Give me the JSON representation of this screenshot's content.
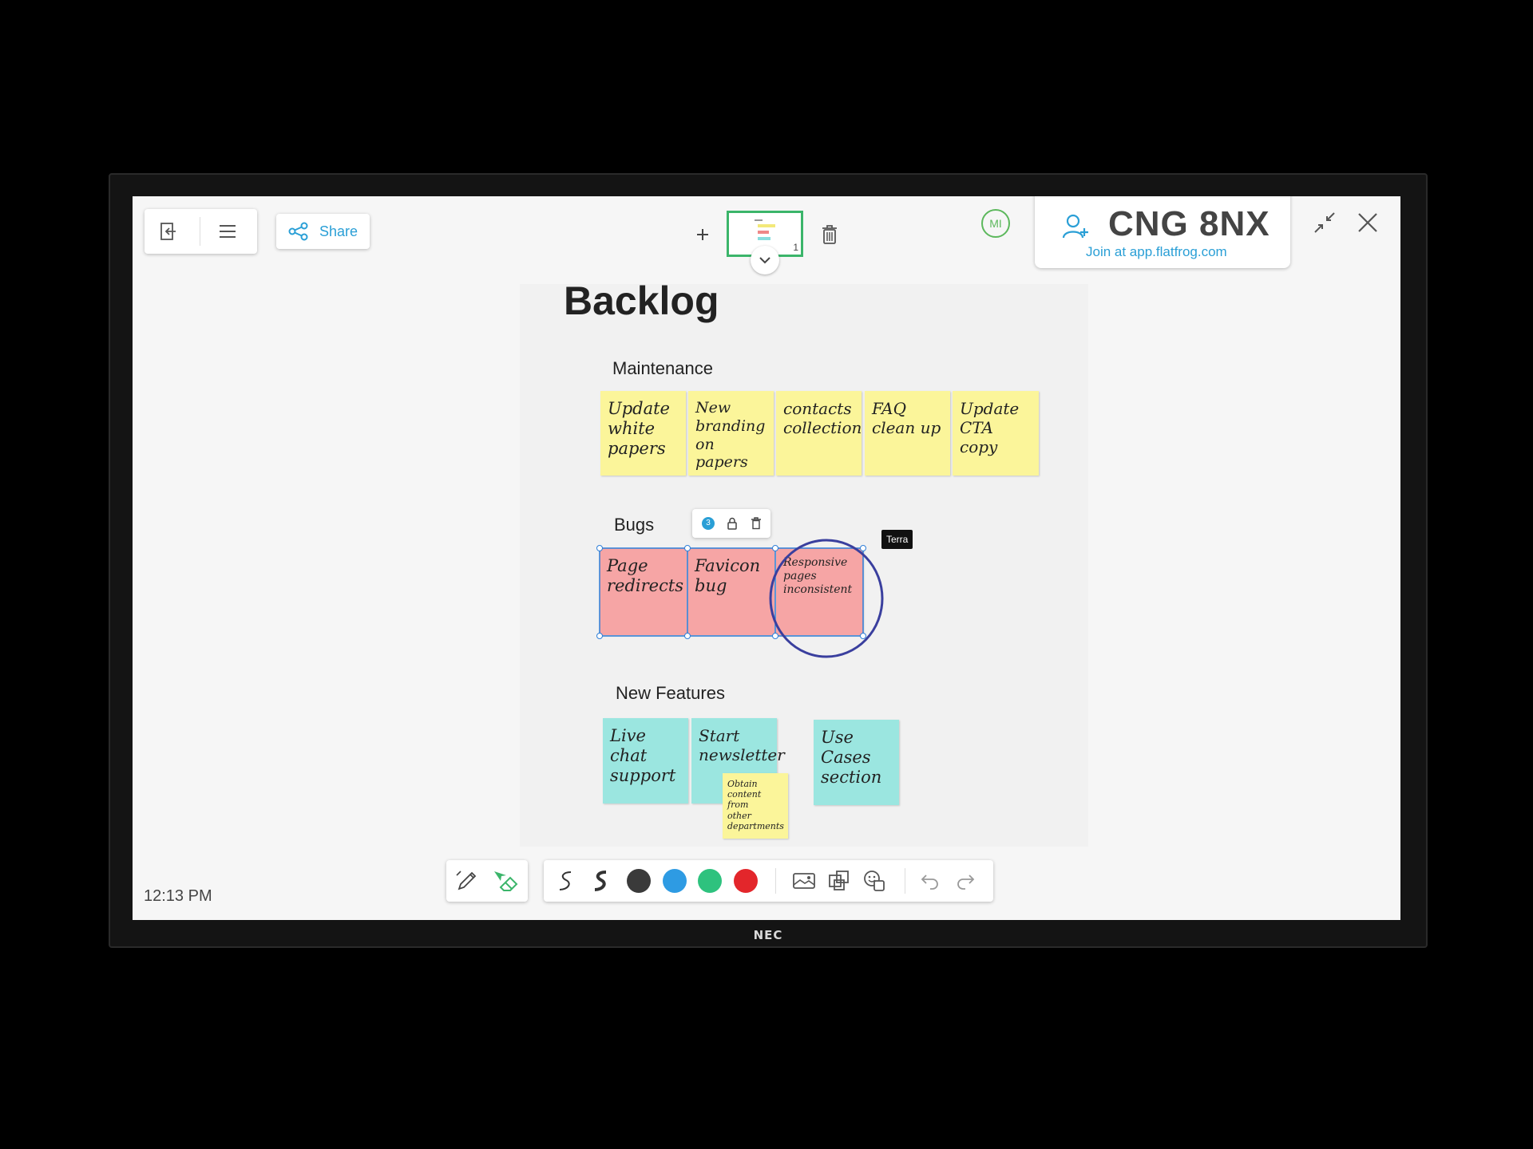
{
  "device": {
    "brand": "NEC"
  },
  "top_left": {
    "share_label": "Share"
  },
  "pages": {
    "current_page": "1"
  },
  "user": {
    "initials": "MI"
  },
  "session": {
    "code": "CNG 8NX",
    "join_text": "Join at app.flatfrog.com"
  },
  "board": {
    "title": "Backlog",
    "sections": {
      "maintenance": {
        "label": "Maintenance",
        "notes": [
          "Update\nwhite\npapers",
          "New\nbranding\non papers",
          "contacts\ncollection",
          "FAQ\nclean up",
          "Update\nCTA copy"
        ]
      },
      "bugs": {
        "label": "Bugs",
        "notes": [
          "Page\nredirects",
          "Favicon\nbug",
          "Responsive\npages\ninconsistent"
        ],
        "selection_count": "3"
      },
      "new_features": {
        "label": "New Features",
        "notes": [
          "Live chat\nsupport",
          "Start\nnewsletter",
          "Use\nCases\nsection"
        ],
        "sub_note": "Obtain\ncontent from\nother\ndepartments"
      }
    },
    "cursor_label": "Terra"
  },
  "status": {
    "time": "12:13 PM"
  },
  "colors": {
    "accent": "#2a9fd6",
    "user_badge": "#5cb85c",
    "selection": "#2f7fd8",
    "circle": "#3a3f9e",
    "pen_black": "#3a3a3a",
    "pen_blue": "#2e9be3",
    "pen_green": "#2ec27e",
    "pen_red": "#e3262b"
  }
}
